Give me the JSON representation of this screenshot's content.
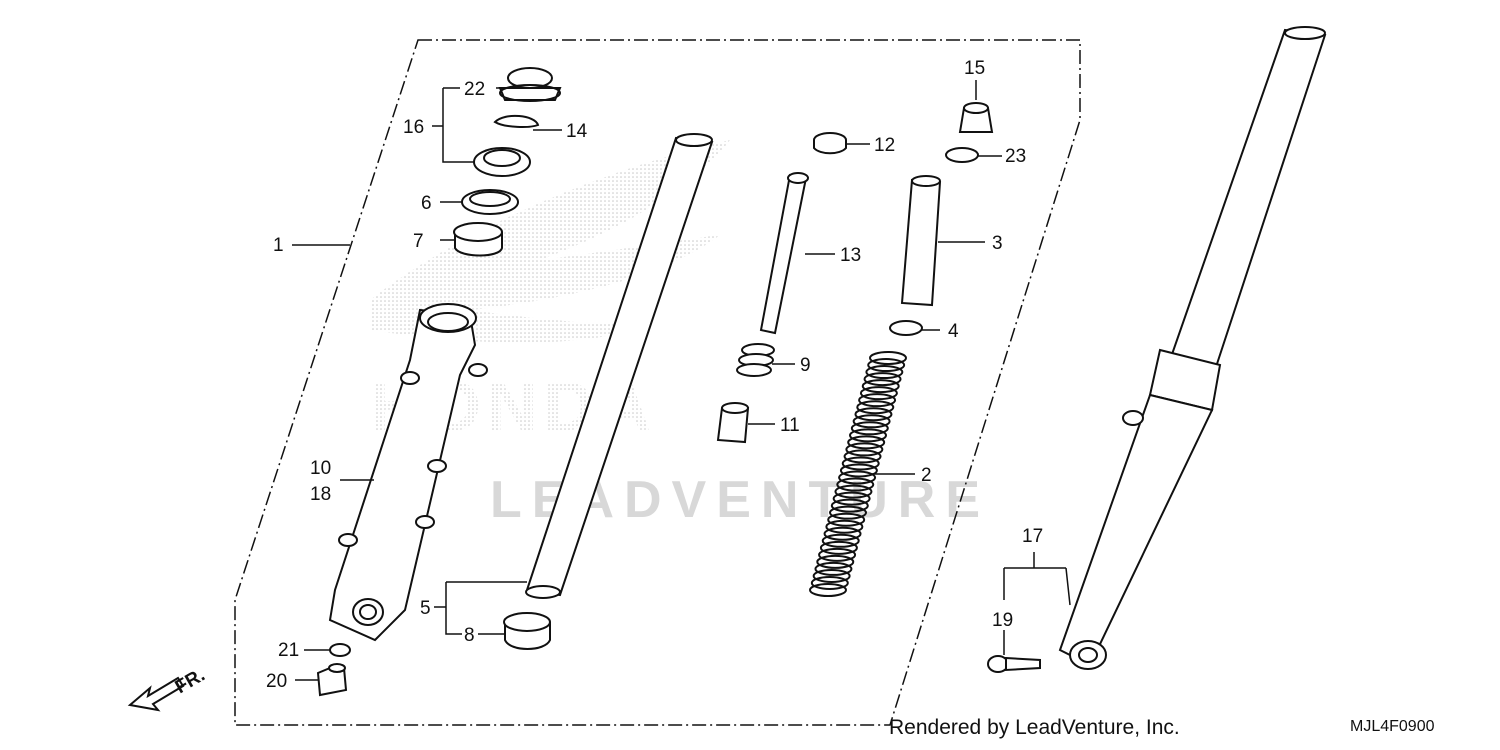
{
  "labels": {
    "p1": "1",
    "p2": "2",
    "p3": "3",
    "p4": "4",
    "p5": "5",
    "p6": "6",
    "p7": "7",
    "p8": "8",
    "p9": "9",
    "p10": "10",
    "p11": "11",
    "p12": "12",
    "p13": "13",
    "p14": "14",
    "p15": "15",
    "p16": "16",
    "p17": "17",
    "p18": "18",
    "p19": "19",
    "p20": "20",
    "p21": "21",
    "p22": "22",
    "p23": "23"
  },
  "direction_label": "FR.",
  "watermark_text": "LEADVENTURE",
  "footer": {
    "rendered_by": "Rendered by LeadVenture, Inc.",
    "diagram_code": "MJL4F0900"
  },
  "colors": {
    "line": "#111111",
    "watermark": "#d8d8d8"
  }
}
